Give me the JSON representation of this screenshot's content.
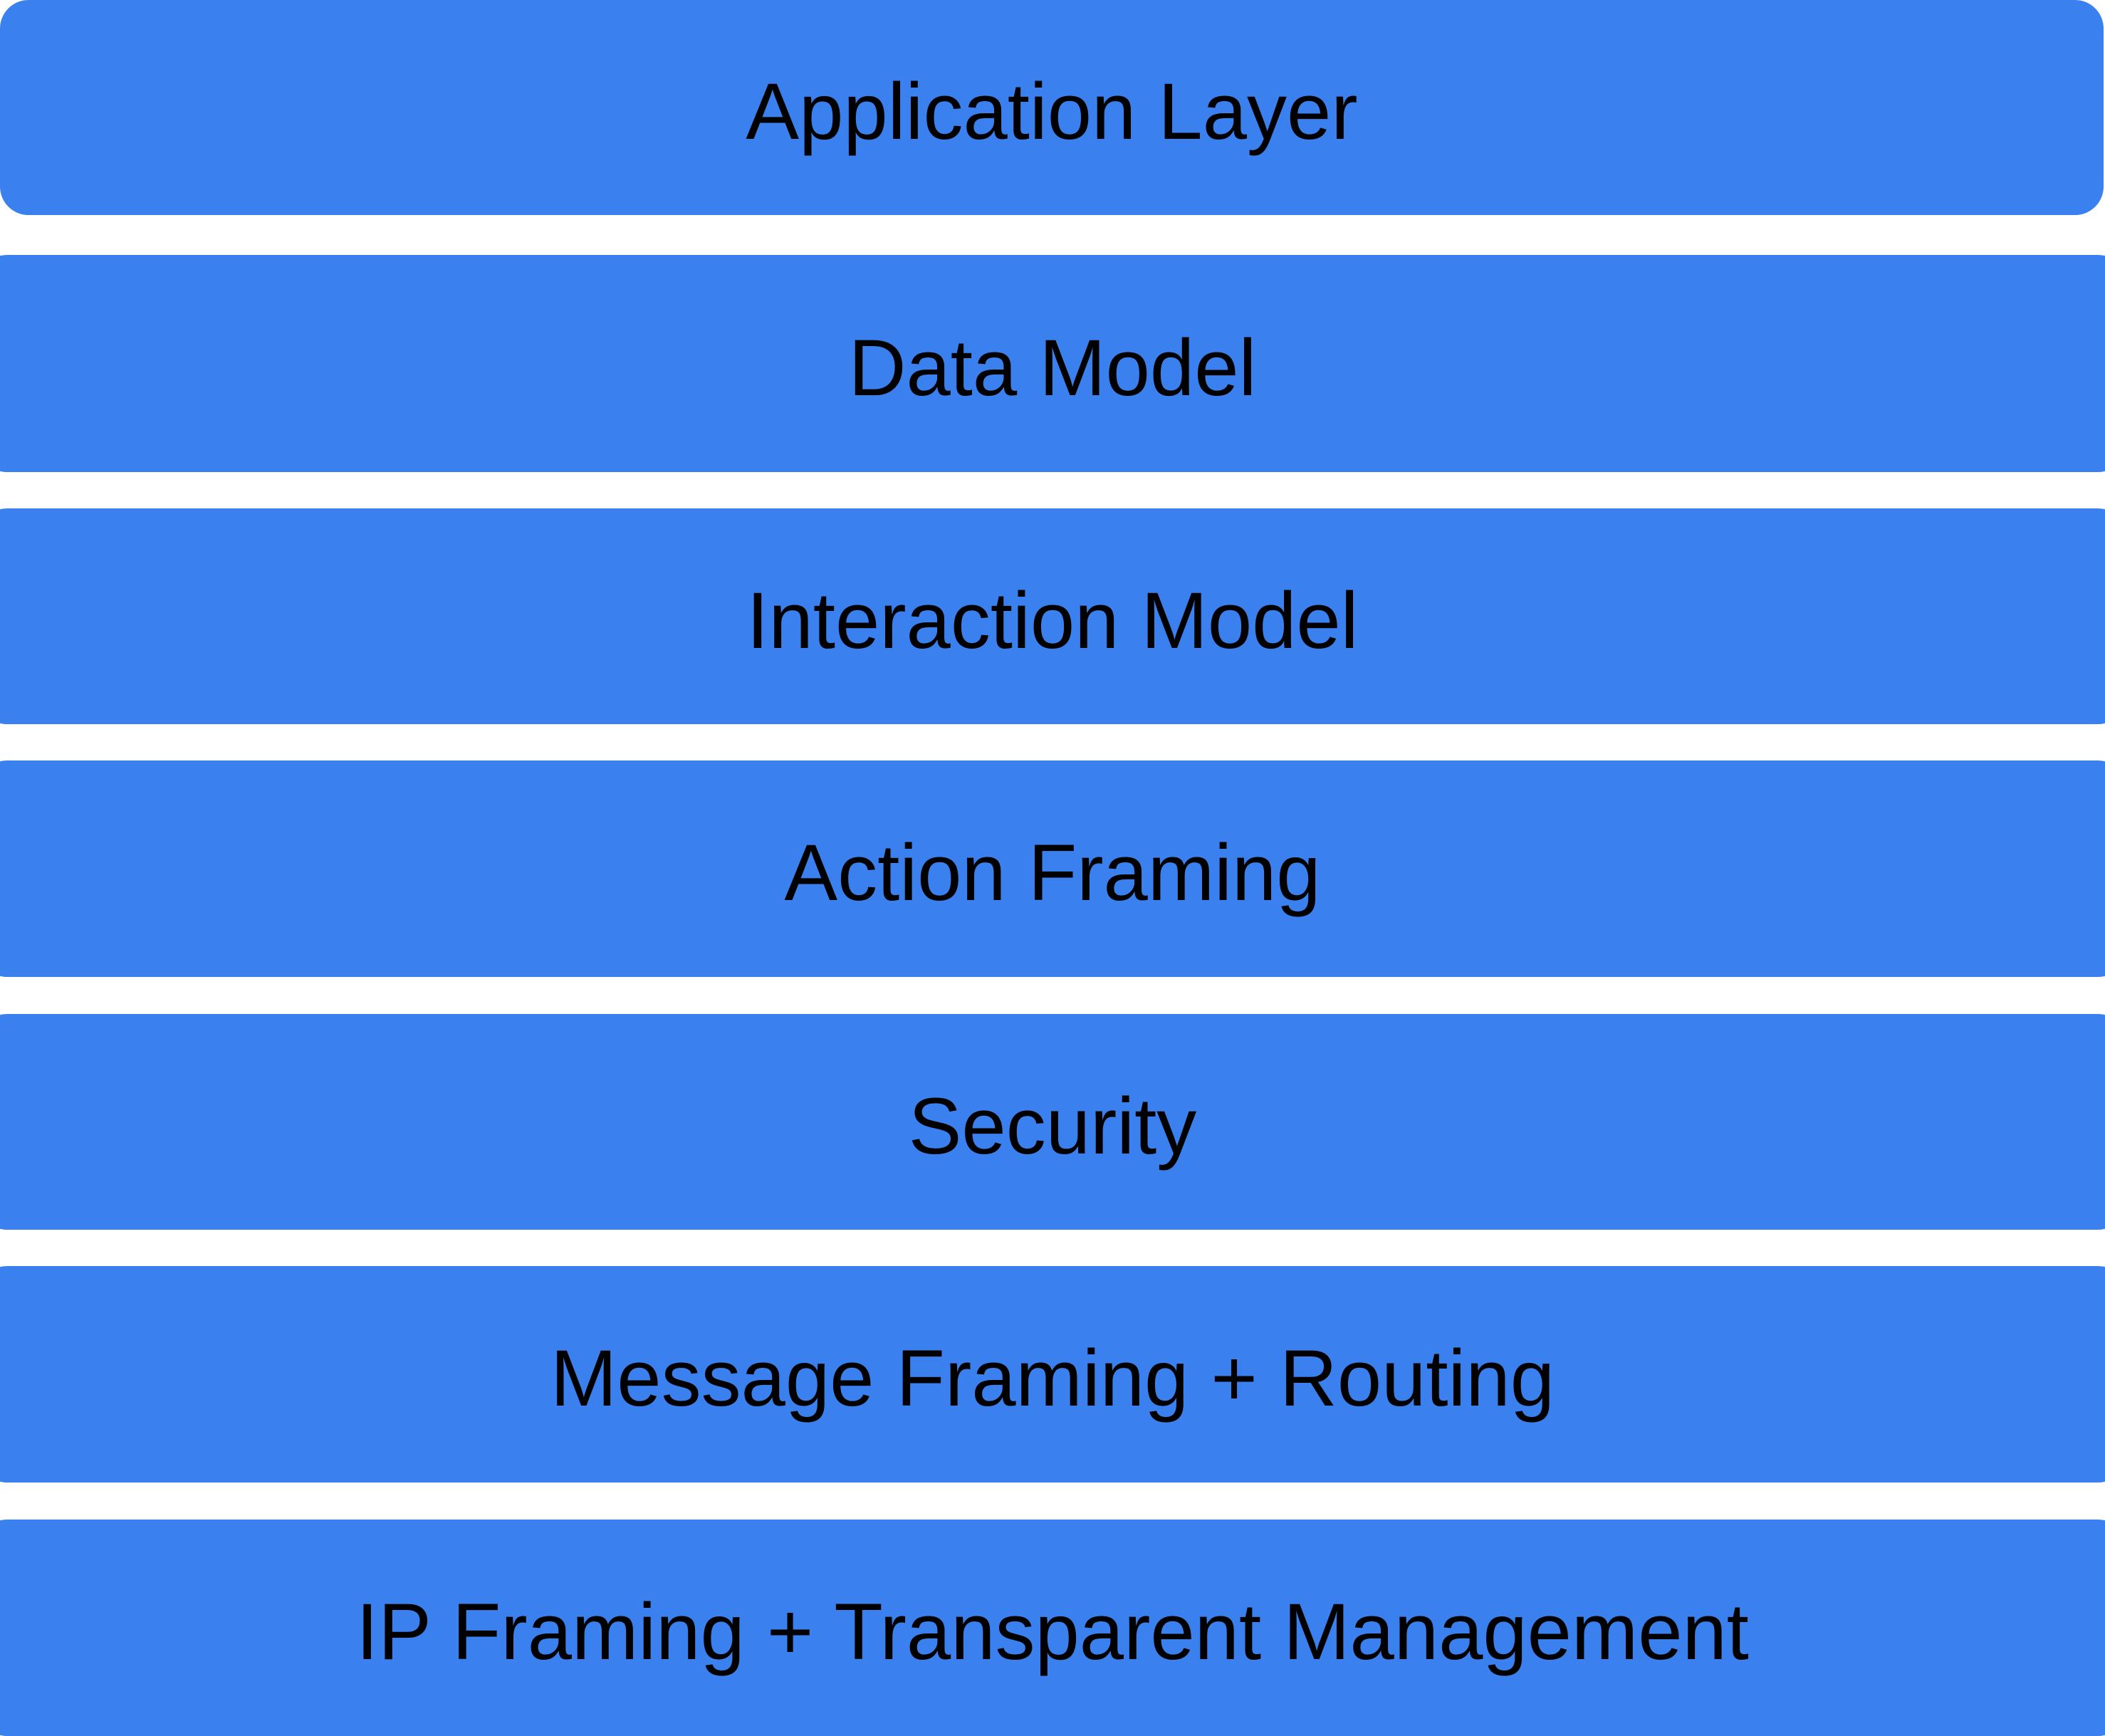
{
  "diagram": {
    "type": "layered-stack",
    "orientation": "vertical",
    "background_color": "#ffffff",
    "layer_color": "#3a80ee",
    "label_color": "#000000",
    "layer_count": 7,
    "layers": [
      {
        "index": 0,
        "label": "Application Layer"
      },
      {
        "index": 1,
        "label": "Data Model"
      },
      {
        "index": 2,
        "label": "Interaction Model"
      },
      {
        "index": 3,
        "label": "Action Framing"
      },
      {
        "index": 4,
        "label": "Security"
      },
      {
        "index": 5,
        "label": "Message Framing + Routing"
      },
      {
        "index": 6,
        "label": "IP Framing + Transparent Management"
      }
    ]
  }
}
